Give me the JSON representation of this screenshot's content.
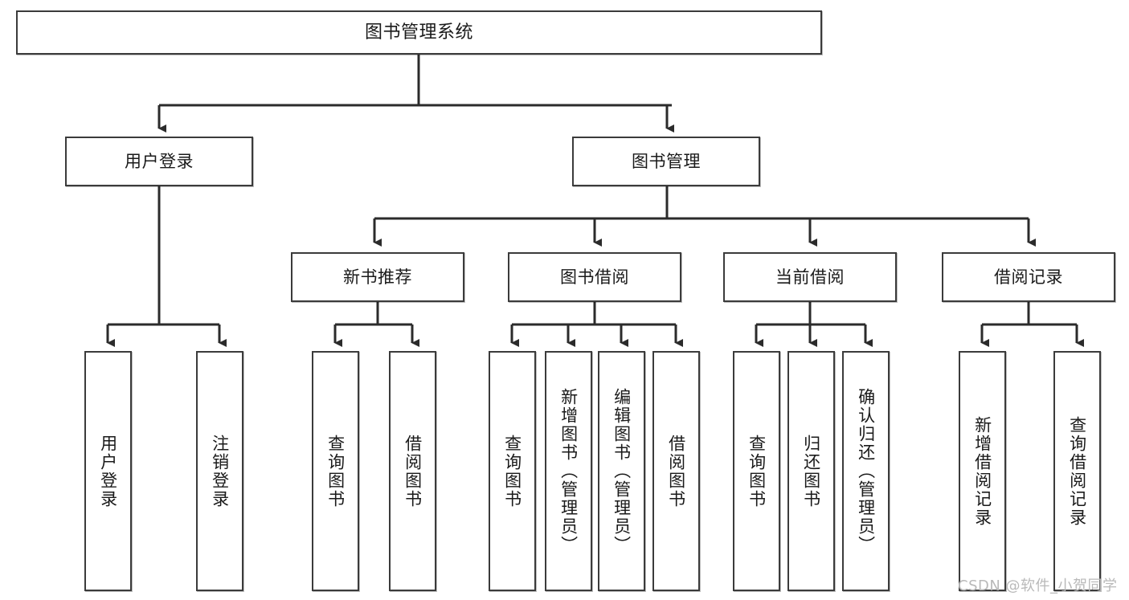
{
  "diagram": {
    "title": "图书管理系统",
    "type": "tree-hierarchy",
    "watermark": "CSDN @软件_小贺同学",
    "colors": {
      "box_border": "#3b3b3b",
      "box_fill": "#ffffff",
      "edge": "#2b2b2b",
      "text": "#1a1a1a",
      "watermark": "#b9b9b9"
    },
    "nodes": {
      "root": {
        "label": "图书管理系统"
      },
      "level2": [
        {
          "label": "用户登录"
        },
        {
          "label": "图书管理"
        }
      ],
      "level3": [
        {
          "label": "新书推荐"
        },
        {
          "label": "图书借阅"
        },
        {
          "label": "当前借阅"
        },
        {
          "label": "借阅记录"
        }
      ],
      "leaves_user_login": [
        {
          "label": "用户登录"
        },
        {
          "label": "注销登录"
        }
      ],
      "leaves_new_books": [
        {
          "label": "查询图书"
        },
        {
          "label": "借阅图书"
        }
      ],
      "leaves_book_borrow": [
        {
          "label": "查询图书"
        },
        {
          "label": "新增图书（管理员）"
        },
        {
          "label": "编辑图书（管理员）"
        },
        {
          "label": "借阅图书"
        }
      ],
      "leaves_current_borrow": [
        {
          "label": "查询图书"
        },
        {
          "label": "归还图书"
        },
        {
          "label": "确认归还（管理员）"
        }
      ],
      "leaves_borrow_records": [
        {
          "label": "新增借阅记录"
        },
        {
          "label": "查询借阅记录"
        }
      ]
    }
  }
}
